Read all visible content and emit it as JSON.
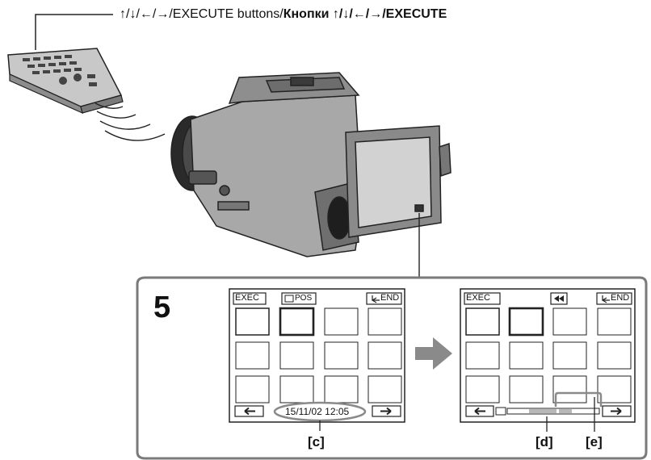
{
  "header": {
    "buttons_label_en": "↑/↓/←/→/EXECUTE buttons",
    "separator": "/",
    "buttons_label_ru": "Кнопки ↑/↓/←/→/EXECUTE"
  },
  "step": {
    "number": "5"
  },
  "screen_left": {
    "exec_label": "EXEC",
    "pos_label": "POS",
    "end_label": "END",
    "datetime": "15/11/02  12:05",
    "prev_icon": "left-arrow-icon",
    "next_icon": "right-arrow-icon"
  },
  "screen_right": {
    "exec_label": "EXEC",
    "rewind_icon": "rewind-icon",
    "end_label": "END",
    "prev_icon": "left-arrow-icon",
    "next_icon": "right-arrow-icon"
  },
  "callouts": {
    "c": "[c]",
    "d": "[d]",
    "e": "[e]"
  },
  "colors": {
    "line": "#222222",
    "panel_border": "#7a7a7a",
    "camera_body": "#9a9a9a",
    "arrow_fill": "#8a8a8a",
    "progress": "#b8b8b8"
  }
}
